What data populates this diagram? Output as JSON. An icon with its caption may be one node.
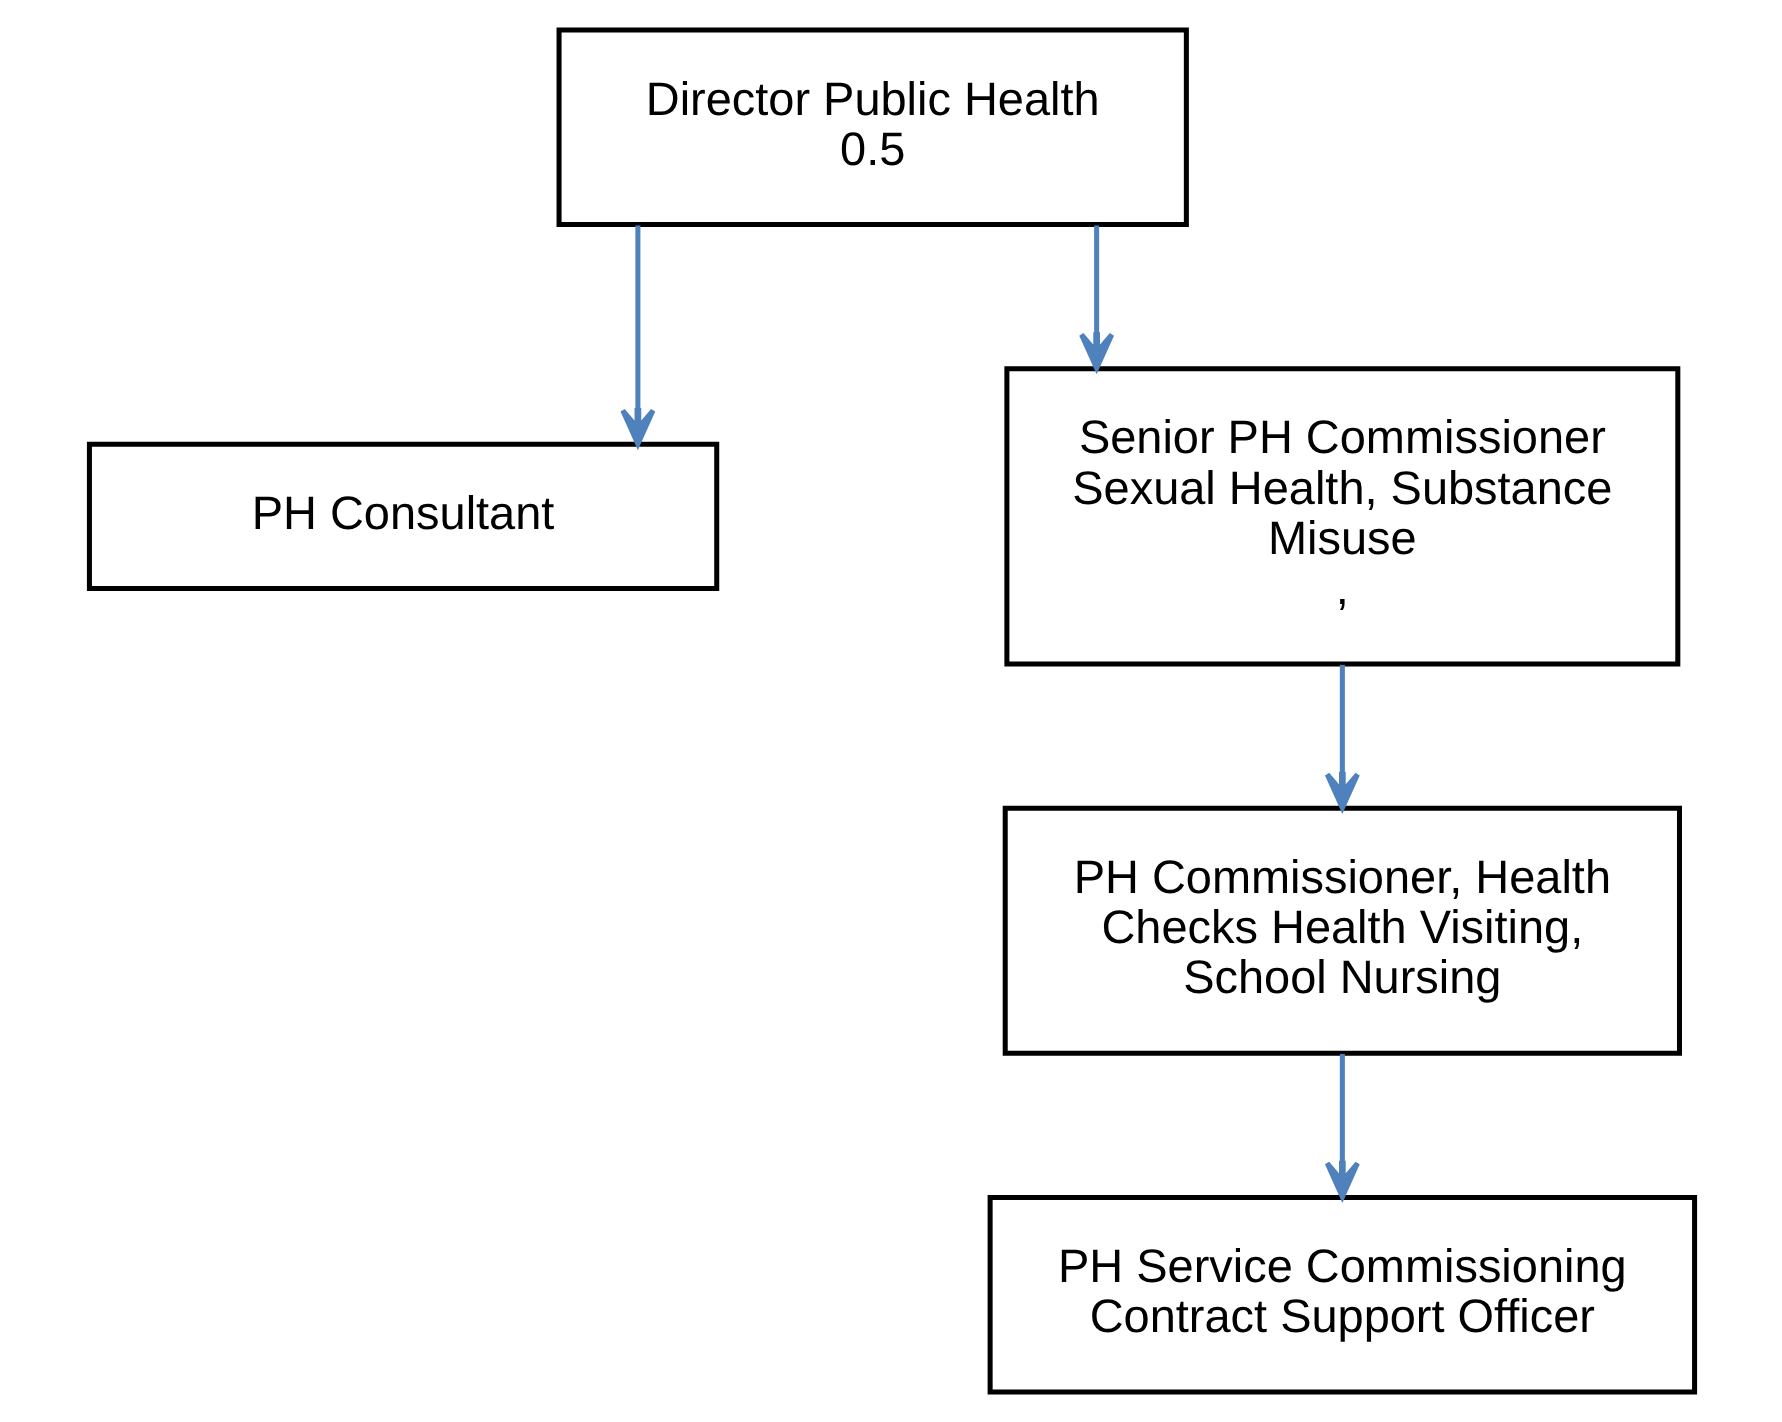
{
  "diagram": {
    "nodes": [
      {
        "text": [
          "Director Public Health",
          "0.5"
        ]
      },
      {
        "text": [
          "PH Consultant"
        ]
      },
      {
        "text": [
          "Senior PH Commissioner Sexual Health, Substance Misuse",
          ","
        ]
      },
      {
        "text": [
          "PH Commissioner, Health Checks Health Visiting, School Nursing"
        ]
      },
      {
        "text": [
          "PH Service Commissioning Contract Support Officer"
        ]
      }
    ],
    "edges": [
      {
        "from": 0,
        "to": 1,
        "arrow": "to"
      },
      {
        "from": 0,
        "to": 2,
        "arrow": "to"
      },
      {
        "from": 2,
        "to": 3,
        "arrow": "to"
      },
      {
        "from": 3,
        "to": 4,
        "arrow": "to"
      }
    ]
  }
}
